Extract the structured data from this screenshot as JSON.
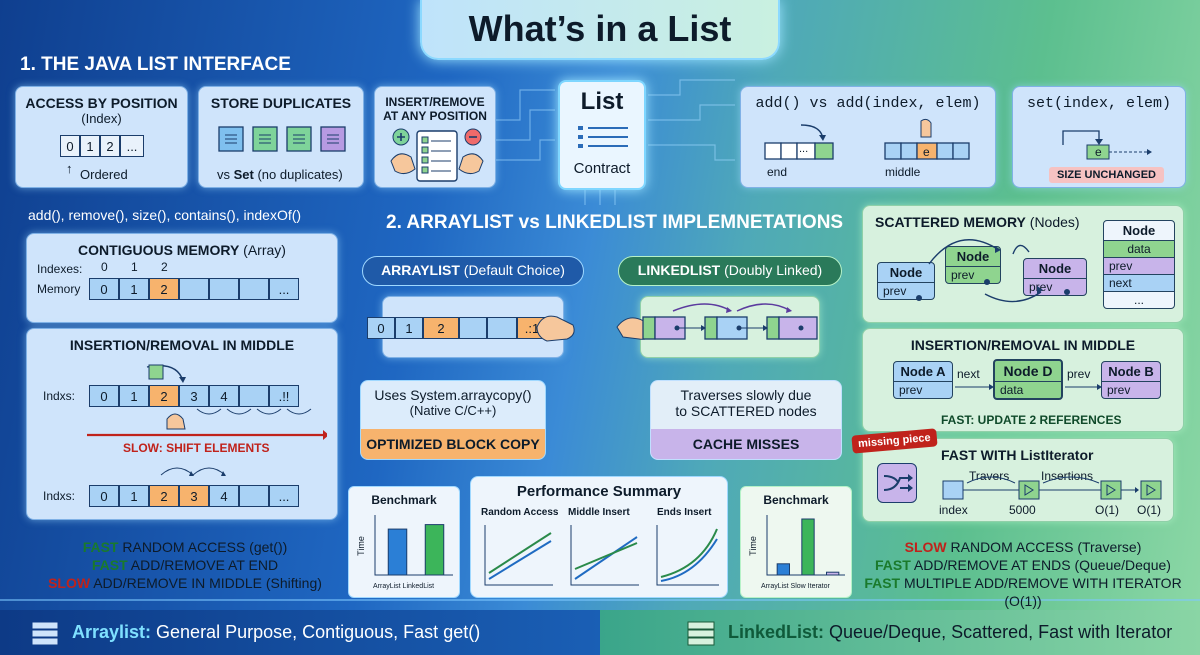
{
  "title": "What’s in a List",
  "s1": {
    "heading": "1. THE JAVA LIST INTERFACE",
    "access": {
      "title": "ACCESS BY POSITION",
      "sub": "(Index)",
      "cells": [
        "0",
        "1",
        "2",
        "..."
      ],
      "caption": "Ordered"
    },
    "dup": {
      "title": "STORE DUPLICATES",
      "caption_pre": "vs ",
      "caption_bold": "Set",
      "caption_post": " (no duplicates)"
    },
    "insert": {
      "title1": "INSERT/REMOVE",
      "title2": "AT ANY POSITION"
    },
    "contract": {
      "title": "List",
      "caption": "Contract"
    },
    "add": {
      "title": "add() vs add(index, elem)",
      "end": "end",
      "middle": "middle",
      "e": "e",
      "dots": "..."
    },
    "set": {
      "title": "set(index, elem)",
      "e": "e",
      "badge": "SIZE UNCHANGED"
    }
  },
  "methods": "add(), remove(), size(), contains(), indexOf()",
  "s2": {
    "heading": "2. ARRAYLIST vs LINKEDLIST IMPLEMNETATIONS"
  },
  "left": {
    "contig_title_b": "CONTIGUOUS MEMORY",
    "contig_title_n": " (Array)",
    "idx_label": "Indexes:",
    "idx": [
      "0",
      "1",
      "2"
    ],
    "mem_label": "Memory",
    "mem": [
      "0",
      "1",
      "2",
      "",
      "",
      " ..."
    ],
    "ins_title": "INSERTION/REMOVAL IN MIDDLE",
    "row1_label": "Indxs:",
    "row1": [
      "0",
      "1",
      "2",
      "3",
      "4",
      "",
      ".!!"
    ],
    "slow": "SLOW: SHIFT ELEMENTS",
    "row2_label": "Indxs:",
    "row2": [
      "0",
      "1",
      "2",
      "3",
      "4",
      "",
      "..."
    ],
    "sum1_b": "FAST",
    "sum1_n": " RANDOM ACCESS (get())",
    "sum2_b": "FAST",
    "sum2_n": " ADD/REMOVE AT END",
    "sum3_b": "SLOW",
    "sum3_n": " ADD/REMOVE IN MIDDLE (Shifting)"
  },
  "arraylist": {
    "label_b": "ARRAYLIST",
    "label_n": " (Default Choice)",
    "cells": [
      "0",
      "1",
      "2",
      "",
      "",
      ".:1"
    ],
    "copy1": "Uses System.arraycopy()",
    "copy2": "(Native C/C++)",
    "copy_badge": "OPTIMIZED BLOCK COPY"
  },
  "linkedlist": {
    "label_b": "LINKEDLIST",
    "label_n": " (Doubly Linked)",
    "trav1": "Traverses slowly due",
    "trav2": "to SCATTERED nodes",
    "trav_badge": "CACHE MISSES"
  },
  "bench_left": {
    "title": "Benchmark",
    "y": "Time",
    "x": "ArrayList  LinkedList"
  },
  "perf": {
    "title": "Performance Summary",
    "cols": [
      "Random Access",
      "Middle Insert",
      "Ends Insert"
    ]
  },
  "bench_right": {
    "title": "Benchmark",
    "y": "Time",
    "x": "ArrayList  Slow  Iterator"
  },
  "right": {
    "scat_title_b": "SCATTERED MEMORY",
    "scat_title_n": " (Nodes)",
    "node": "Node",
    "prev": "prev",
    "next": "next",
    "data": "data",
    "dots": "...",
    "ins_title": "INSERTION/REMOVAL IN MIDDLE",
    "nodeA": "Node A",
    "nodeD": "Node D",
    "nodeB": "Node B",
    "fast": "FAST: UPDATE 2 REFERENCES",
    "missing": "missing piece",
    "iter_title": "FAST WITH ListIterator",
    "travers": "Travers",
    "insertions": "Insertions",
    "index": "index",
    "n5000": "5000",
    "o1": "O(1)",
    "o2": "O(1)",
    "sum1_b": "SLOW",
    "sum1_n": " RANDOM ACCESS (Traverse)",
    "sum2_b": "FAST",
    "sum2_n": " ADD/REMOVE AT ENDS (Queue/Deque)",
    "sum3_b": "FAST",
    "sum3_n": " MULTIPLE ADD/REMOVE WITH ITERATOR (O(1))"
  },
  "footer": {
    "left_b": "Arraylist:",
    "left_n": " General Purpose, Contiguous, Fast get()",
    "right_b": "LinkedList:",
    "right_n": " Queue/Deque, Scattered, Fast with Iterator"
  },
  "chart_data": [
    {
      "type": "bar",
      "title": "Benchmark",
      "ylabel": "Time",
      "categories": [
        "ArrayList",
        "LinkedList"
      ],
      "values": [
        0.82,
        0.9
      ]
    },
    {
      "type": "bar",
      "title": "Benchmark",
      "ylabel": "Time",
      "categories": [
        "ArrayList",
        "Slow",
        "Iterator"
      ],
      "values": [
        0.2,
        1.0,
        0.05
      ]
    }
  ],
  "colors": {
    "array_blue": "#a9d2f5",
    "highlight_orange": "#f7b36d",
    "linked_green": "#8fd48f",
    "node_purple": "#c8b4ea",
    "slow_red": "#c0221b",
    "fast_green": "#1a7a2c"
  }
}
